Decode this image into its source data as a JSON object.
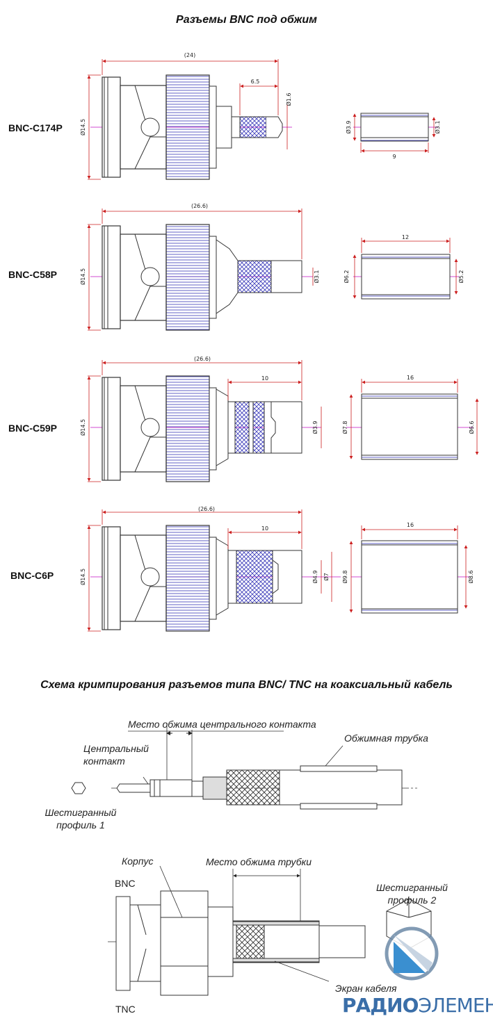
{
  "top_title": "Разъемы BNC под обжим",
  "connectors": [
    {
      "model": "BNC-C174P",
      "overall_len": "(24)",
      "pin_len": "6.5",
      "pin_dia": "Ø1.6",
      "body_dia": "Ø14.5",
      "sleeve_len": "9",
      "sleeve_od": "Ø3.9",
      "sleeve_id": "Ø3.1"
    },
    {
      "model": "BNC-C58P",
      "overall_len": "(26.6)",
      "pin_dia": "Ø3.1",
      "body_dia": "Ø14.5",
      "sleeve_len": "12",
      "sleeve_od": "Ø6.2",
      "sleeve_id": "Ø5.2"
    },
    {
      "model": "BNC-C59P",
      "overall_len": "(26.6)",
      "crimp_len": "10",
      "pin_dia": "Ø3.9",
      "body_dia": "Ø14.5",
      "sleeve_len": "16",
      "sleeve_od": "Ø7.8",
      "sleeve_id": "Ø6.6"
    },
    {
      "model": "BNC-C6P",
      "overall_len": "(26.6)",
      "crimp_len": "10",
      "pin_dia": "Ø4.9",
      "pin_dia2": "Ø7",
      "body_dia": "Ø14.5",
      "sleeve_len": "16",
      "sleeve_od": "Ø9.8",
      "sleeve_id": "Ø8.6"
    }
  ],
  "scheme_title": "Схема кримпирования разъемов типа BNC/ TNC на коаксиальный кабель",
  "labels": {
    "center_crimp": "Место обжима центрального контакта",
    "crimp_tube": "Обжимная трубка",
    "center_contact": "Центральный контакт",
    "hex_profile_1": "Шестигранный профиль 1",
    "body": "Корпус",
    "tube_crimp_place": "Место обжима трубки",
    "bnc": "BNC",
    "tnc": "TNC",
    "hex_profile_2": "Шестигранный профиль 2",
    "cable_screen": "Экран кабеля"
  },
  "logo": {
    "part1": "РАДИО",
    "part2": "ЭЛЕМЕНТ"
  },
  "colors": {
    "dim_red": "#cc1f1f",
    "axis_magenta": "#d04bd0",
    "hatch_blue": "#3a3ab8",
    "logo_blue": "#3a6ea8"
  }
}
